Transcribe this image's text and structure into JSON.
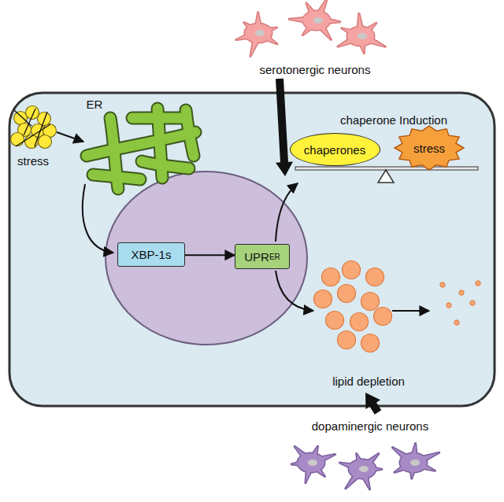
{
  "diagram": {
    "nodes": [
      {
        "text": [
          "XBP-1s"
        ]
      },
      {
        "text": [
          "UPR",
          "ER"
        ]
      },
      {
        "text": [
          "chaperones"
        ]
      },
      {
        "text": [
          "stress"
        ]
      }
    ],
    "edges": [
      {
        "from": 0,
        "to": 1,
        "arrow": "to"
      }
    ],
    "labels": [
      "ER",
      "stress",
      "serotonergic neurons",
      "chaperone Induction",
      "lipid depletion",
      "dopaminergic neurons"
    ]
  }
}
